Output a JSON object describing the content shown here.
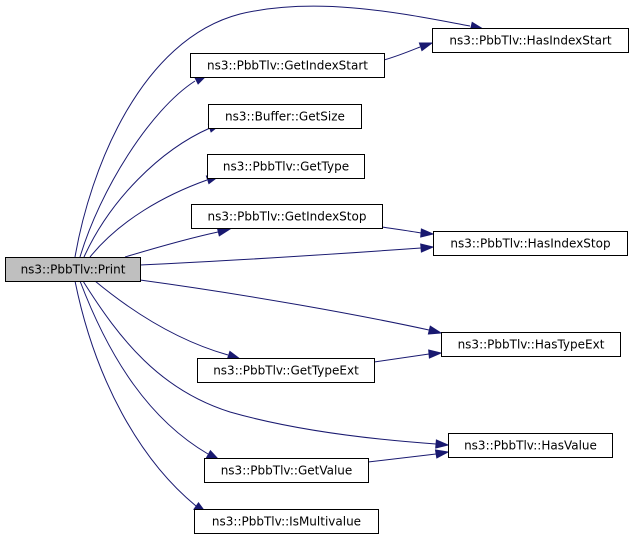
{
  "graph": {
    "nodes": [
      {
        "id": "print",
        "label": "ns3::PbbTlv::Print",
        "fill": "#bfbfbf"
      },
      {
        "id": "has_index_start",
        "label": "ns3::PbbTlv::HasIndexStart",
        "fill": "#ffffff"
      },
      {
        "id": "get_index_start",
        "label": "ns3::PbbTlv::GetIndexStart",
        "fill": "#ffffff"
      },
      {
        "id": "buffer_get_size",
        "label": "ns3::Buffer::GetSize",
        "fill": "#ffffff"
      },
      {
        "id": "get_type",
        "label": "ns3::PbbTlv::GetType",
        "fill": "#ffffff"
      },
      {
        "id": "get_index_stop",
        "label": "ns3::PbbTlv::GetIndexStop",
        "fill": "#ffffff"
      },
      {
        "id": "has_index_stop",
        "label": "ns3::PbbTlv::HasIndexStop",
        "fill": "#ffffff"
      },
      {
        "id": "has_type_ext",
        "label": "ns3::PbbTlv::HasTypeExt",
        "fill": "#ffffff"
      },
      {
        "id": "get_type_ext",
        "label": "ns3::PbbTlv::GetTypeExt",
        "fill": "#ffffff"
      },
      {
        "id": "has_value",
        "label": "ns3::PbbTlv::HasValue",
        "fill": "#ffffff"
      },
      {
        "id": "get_value",
        "label": "ns3::PbbTlv::GetValue",
        "fill": "#ffffff"
      },
      {
        "id": "is_multivalue",
        "label": "ns3::PbbTlv::IsMultivalue",
        "fill": "#ffffff"
      }
    ],
    "edges": [
      {
        "from": "print",
        "to": "has_index_start"
      },
      {
        "from": "print",
        "to": "get_index_start"
      },
      {
        "from": "get_index_start",
        "to": "has_index_start"
      },
      {
        "from": "print",
        "to": "buffer_get_size"
      },
      {
        "from": "print",
        "to": "get_type"
      },
      {
        "from": "print",
        "to": "get_index_stop"
      },
      {
        "from": "get_index_stop",
        "to": "has_index_stop"
      },
      {
        "from": "print",
        "to": "has_index_stop"
      },
      {
        "from": "print",
        "to": "has_type_ext"
      },
      {
        "from": "print",
        "to": "get_type_ext"
      },
      {
        "from": "get_type_ext",
        "to": "has_type_ext"
      },
      {
        "from": "print",
        "to": "has_value"
      },
      {
        "from": "print",
        "to": "get_value"
      },
      {
        "from": "get_value",
        "to": "has_value"
      },
      {
        "from": "print",
        "to": "is_multivalue"
      }
    ],
    "colors": {
      "edge": "#191970",
      "node_border": "#000000",
      "background": "#ffffff"
    }
  }
}
